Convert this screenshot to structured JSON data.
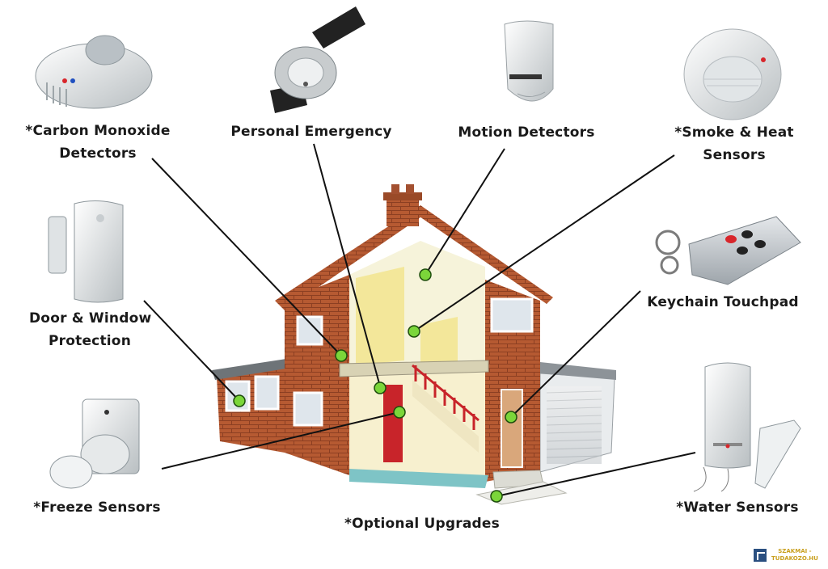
{
  "labels": {
    "carbon_monoxide": [
      "*Carbon Monoxide",
      "Detectors"
    ],
    "personal_emergency": [
      "Personal Emergency"
    ],
    "motion_detectors": [
      "Motion Detectors"
    ],
    "smoke_heat": [
      "*Smoke & Heat",
      "Sensors"
    ],
    "door_window": [
      "Door & Window",
      "Protection"
    ],
    "keychain": [
      "Keychain Touchpad"
    ],
    "freeze": [
      "*Freeze Sensors"
    ],
    "optional": [
      "*Optional Upgrades"
    ],
    "water": [
      "*Water Sensors"
    ]
  },
  "watermark": [
    "SZAKMAI -",
    "TUDAKOZO.HU"
  ],
  "colors": {
    "brick": "#b65a32",
    "brick_dark": "#8c3f22",
    "roof_interior": "#f6f3da",
    "wall_yellow": "#f3e79a",
    "sensor_dot": "#7bd63a",
    "device_white": "#ecefef",
    "strap_black": "#222222",
    "stair_red": "#c8242a"
  }
}
